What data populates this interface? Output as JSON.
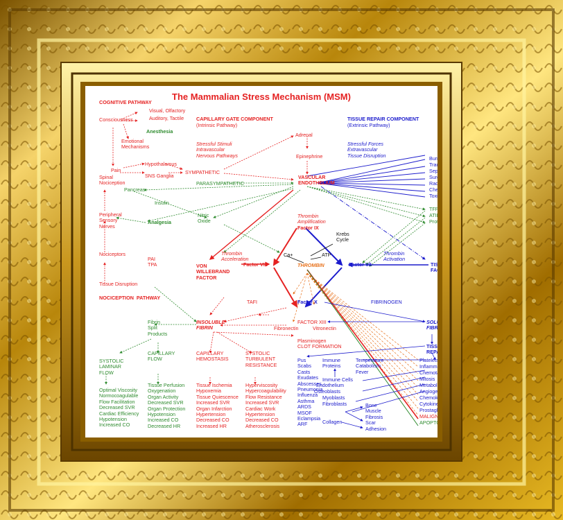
{
  "title": "The Mammalian Stress Mechanism (MSM)",
  "cognitive": {
    "header": "COGNITIVE PATHWAY",
    "items": [
      "Visual, Olfactory",
      "Auditory, Tactile",
      "Consciousness",
      "Anesthesia",
      "Emotional\nMechanisms",
      "Pain",
      "Hypothalamus",
      "SNS Ganglia",
      "Spinal\nNociception",
      "Pancreas",
      "Insulin"
    ]
  },
  "capillary": {
    "header": "CAPILLARY GATE COMPONENT",
    "sub": "(Intrinsic Pathway)",
    "stimuli": "Stressful Stimuli\nIntravascular\nNervous Pathways",
    "sympathetic": "SYMPATHETIC",
    "parasympathetic": "PARASYMPATHETIC",
    "adrenal": "Adrenal",
    "epinephrine": "Epinephrine",
    "vascular": "VASCULAR\nENDOTHELIUM",
    "nitric": "Nitric\nOxide"
  },
  "tissue_repair": {
    "header": "TISSUE REPAIR COMPONENT",
    "sub": "(Extrinsic Pathway)",
    "forces": "Stressful Forces\nExtravascular\nTissue Disruption",
    "injuries": [
      "Burns",
      "Trauma",
      "Sepsis",
      "Surgery",
      "Radiation",
      "Chemicals",
      "Toxins"
    ],
    "inhibitors": [
      "TFPI",
      "ATIII",
      "Protein C"
    ]
  },
  "nociception": {
    "header": "NOCICEPTION  PATHWAY",
    "peripheral": "Peripheral\nSensory\nNerves",
    "analgesia": "Analgesia",
    "nociceptors": "Nociceptors",
    "tissue_disruption": "Tissue Disruption"
  },
  "coagulation": {
    "thrombin_amp": "Thrombin\nAmplification",
    "factor9": "Factor IX",
    "krebs": "Krebs\nCycle",
    "ca": "Ca+",
    "atp": "ATP",
    "thrombin_acc": "Thrombin\nAcceleration",
    "vwf": "VON\nWILLEBRAND\nFACTOR",
    "factor8": "Factor VIII",
    "thrombin": "THROMBIN",
    "factor7": "Factor VII",
    "thrombin_act": "Thrombin\nActivation",
    "tissue_factor": "TISSUE\nFACTOR",
    "pai": "PAI\nTPA",
    "tafi": "TAFI",
    "factorx": "Factor X",
    "fibrinogen": "FIBRINOGEN",
    "factor13": "FACTOR XIII",
    "fibronectin": "Fibronectin",
    "vitronectin": "Vitronectin",
    "insoluble": "INSOLUBLE\nFIBRIN",
    "soluble": "SOLUBLE\nFIBRIN",
    "plasminogen": "Plasminogen\nCLOT FORMATION",
    "fibrin_split": "Fibrin\nSplit\nProducts",
    "tissue_repair": "TISSUE\nREPAIR"
  },
  "flows": {
    "systolic_laminar": "SYSTOLIC\nLAMINAR\nFLOW",
    "capillary_flow": "CAPILLARY\nFLOW",
    "capillary_hemostasis": "CAPILLARY\nHEMOSTASIS",
    "systolic_turbulent": "SYSTOLIC\nTURBULENT\nRESISTANCE",
    "laminar_out": "Optimal Viscosity\nNormocoagulable\nFlow Facilitation\nDecreased SVR\nCardiac Efficiency\nHypotension\nIncreased CO",
    "capillary_out": "Tissue Perfusion\nOxygenation\nOrgan Activity\nDecreased SVR\nOrgan Protection\nHypotension\nIncreased CO\nDecreased HR",
    "hemostasis_out": "Tissue Ischemia\nHypoxemia\nTissue Quiescence\nIncreased SVR\nOrgan Infarction\nHypertension\nDecreased CO\nIncreased HR",
    "turbulent_out": "Hyperviscosity\nHypercoagulability\nFlow Resistance\nIncreased SVR\nCardiac Work\nHypertension\nDecreased CO\nAtherosclerosis"
  },
  "repair_outcomes": {
    "col1": "Pus\nScabs\nCasts\nExudates\nAbscesses\nPneumonia\nInfluenza\nAsthma\nARDS\nMSOF\nEclampsia\nARF",
    "immune": "Immune\nProteins",
    "immune_cells": "Immune Cells",
    "endothelium": "Endothelium",
    "osteoblasts": "Osteoblasts",
    "myoblasts": "Myoblasts",
    "fibroblasts": "Fibroblasts",
    "collagen": "Collagen",
    "tissues": "Bone\nMuscle\nFibrosis\nScar\nAdhesion",
    "systemic": "Temperature\nCatabolism\nFever",
    "right": [
      "Platelets",
      "Inflammation",
      "Chemotaxis",
      "Mitosis",
      "Metabolism",
      "Angiogenesis",
      "Chemokines",
      "Cytokines",
      "Prostaglandins"
    ],
    "malignancy": "MALIGNANCY",
    "apoptosis": "APOPTOSIS"
  },
  "colors": {
    "red": "#e52222",
    "green": "#2e8b2e",
    "blue": "#1a1acc",
    "orange": "#e8731e",
    "gold": "#d4a017"
  }
}
